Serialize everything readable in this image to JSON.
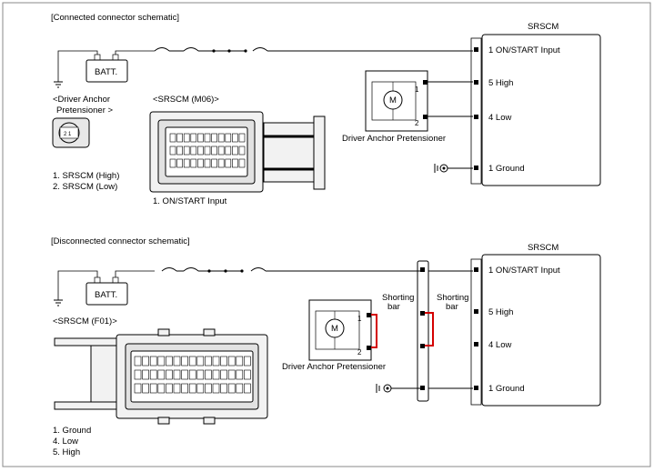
{
  "connected": {
    "section_title": "[Connected connector schematic]",
    "module_title": "SRSCM",
    "batt_label": "BATT.",
    "pins": {
      "on_start": "1 ON/START Input",
      "high": "5 High",
      "low": "4 Low",
      "ground": "1 Ground"
    },
    "pretensioner_caption": "Driver Anchor Pretensioner",
    "motor_symbol": "M",
    "pin_a": "1",
    "pin_b": "2",
    "anchor_connector_title": "<Driver Anchor\nPretensioner >",
    "anchor_face": "2 1",
    "anchor_notes": [
      "1. SRSCM (High)",
      "2. SRSCM (Low)"
    ],
    "srscm_connector_title": "<SRSCM (M06)>",
    "srscm_notes": [
      "1. ON/START Input"
    ]
  },
  "disconnected": {
    "section_title": "[Disconnected connector schematic]",
    "module_title": "SRSCM",
    "batt_label": "BATT.",
    "pins": {
      "on_start": "1 ON/START Input",
      "high": "5 High",
      "low": "4 Low",
      "ground": "1 Ground"
    },
    "pretensioner_caption": "Driver Anchor Pretensioner",
    "motor_symbol": "M",
    "pin_a": "1",
    "pin_b": "2",
    "shorting_bar_labels": [
      "Shorting\nbar",
      "Shorting\nbar"
    ],
    "srscm_connector_title": "<SRSCM (F01)>",
    "srscm_notes": [
      "1. Ground",
      "4. Low",
      "5. High"
    ]
  },
  "colors": {
    "line": "#000000",
    "shorting_bar": "#d40000",
    "connector_fill": "#dcdcdc",
    "frame": "#888888"
  },
  "icons": [
    "battery-icon",
    "motor-icon",
    "ground-icon",
    "fuse-icon",
    "connector-face-icon"
  ]
}
